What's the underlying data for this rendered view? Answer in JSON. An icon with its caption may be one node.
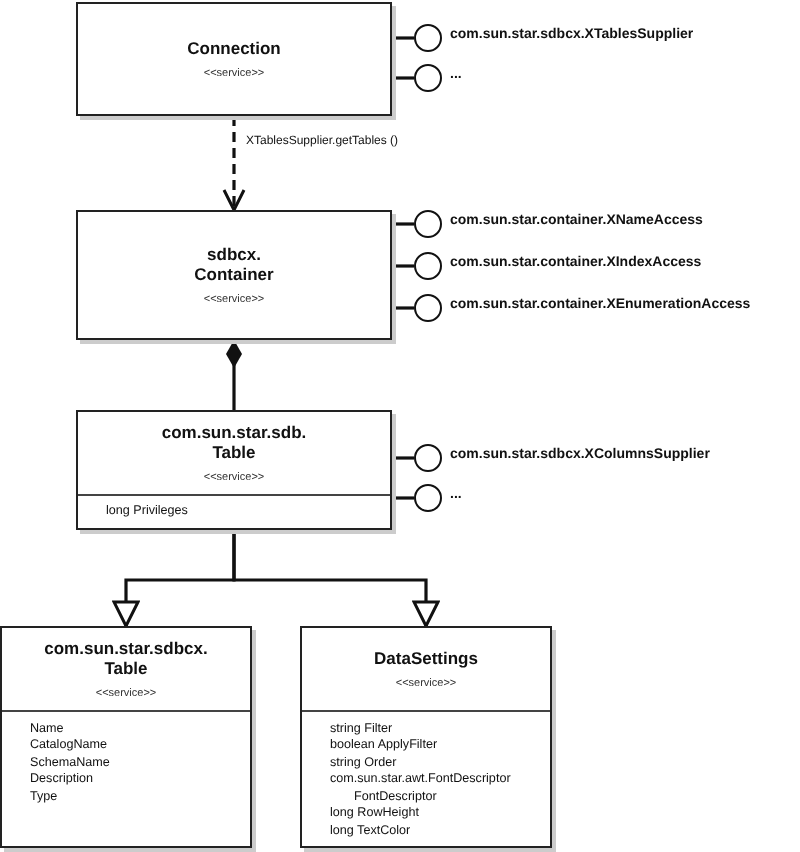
{
  "diagram": {
    "nodes": [
      {
        "text": [
          "Connection",
          "<<service>>"
        ]
      },
      {
        "text": [],
        "shape": "circle",
        "beside": [
          "com.sun.star.sdbcx.XTablesSupplier"
        ]
      },
      {
        "text": [],
        "shape": "circle",
        "beside": [
          "..."
        ]
      },
      {
        "text": [
          "sdbcx. Container",
          "<<service>>"
        ]
      },
      {
        "text": [],
        "shape": "circle",
        "beside": [
          "com.sun.star.container.XNameAccess"
        ]
      },
      {
        "text": [],
        "shape": "circle",
        "beside": [
          "com.sun.star.container.XIndexAccess"
        ]
      },
      {
        "text": [],
        "shape": "circle",
        "beside": [
          "com.sun.star.container.XEnumerationAccess"
        ]
      },
      {
        "text": [
          "com.sun.star.sdb. Table",
          "<<service>>",
          "long Privileges"
        ]
      },
      {
        "text": [],
        "shape": "circle",
        "beside": [
          "com.sun.star.sdbcx.XColumnsSupplier"
        ]
      },
      {
        "text": [],
        "shape": "circle",
        "beside": [
          "..."
        ]
      },
      {
        "text": [
          "com.sun.star.sdbcx. Table",
          "<<service>>",
          "Name",
          "CatalogName",
          "SchemaName",
          "Description",
          "Type"
        ]
      },
      {
        "text": [
          "DataSettings",
          "<<service>>",
          "string Filter",
          "boolean ApplyFilter",
          "string Order",
          "com.sun.star.awt.FontDescriptor FontDescriptor",
          "long RowHeight",
          "long TextColor"
        ]
      }
    ],
    "edges": [
      {
        "from": 0,
        "to": 1,
        "arrow": "none"
      },
      {
        "from": 0,
        "to": 2,
        "arrow": "none"
      },
      {
        "from": 0,
        "to": 3,
        "arrow": "to",
        "style": "dashed",
        "label": "XTablesSupplier.getTables ()"
      },
      {
        "from": 3,
        "to": 4,
        "arrow": "none"
      },
      {
        "from": 3,
        "to": 5,
        "arrow": "none"
      },
      {
        "from": 3,
        "to": 6,
        "arrow": "none"
      },
      {
        "from": 7,
        "to": 3,
        "arrow": "other"
      },
      {
        "from": 7,
        "to": 8,
        "arrow": "none"
      },
      {
        "from": 7,
        "to": 9,
        "arrow": "none"
      },
      {
        "from": 7,
        "to": 10,
        "arrow": "to"
      },
      {
        "from": 7,
        "to": 11,
        "arrow": "to"
      }
    ]
  }
}
